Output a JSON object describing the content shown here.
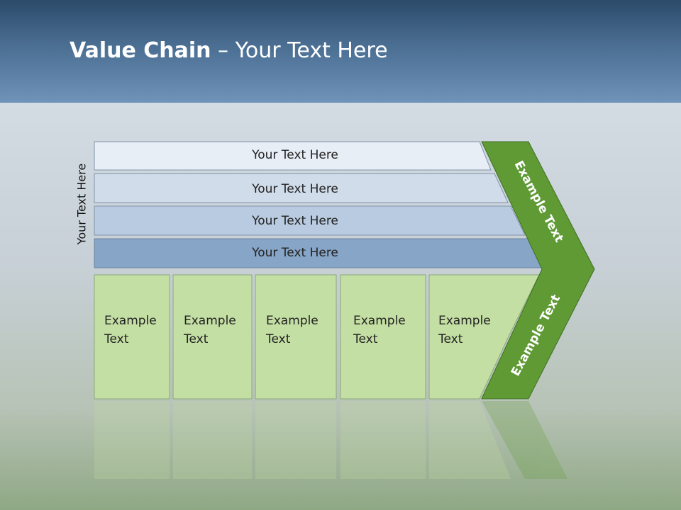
{
  "title": {
    "bold": "Value Chain",
    "rest": " – Your Text Here"
  },
  "side_label": "Your Text Here",
  "rows": [
    "Your Text Here",
    "Your Text Here",
    "Your Text Here",
    "Your Text Here"
  ],
  "boxes": [
    "Example\nText",
    "Example\nText",
    "Example\nText",
    "Example\nText",
    "Example\nText"
  ],
  "arrow_top_label": "Example Text",
  "arrow_bottom_label": "Example Text",
  "colors": {
    "row1": "#e8eef6",
    "row2": "#d0dcea",
    "row3": "#b9cbe0",
    "row4": "#87a5c6",
    "box": "#c4dfa3",
    "arrow": "#5f9a34"
  }
}
